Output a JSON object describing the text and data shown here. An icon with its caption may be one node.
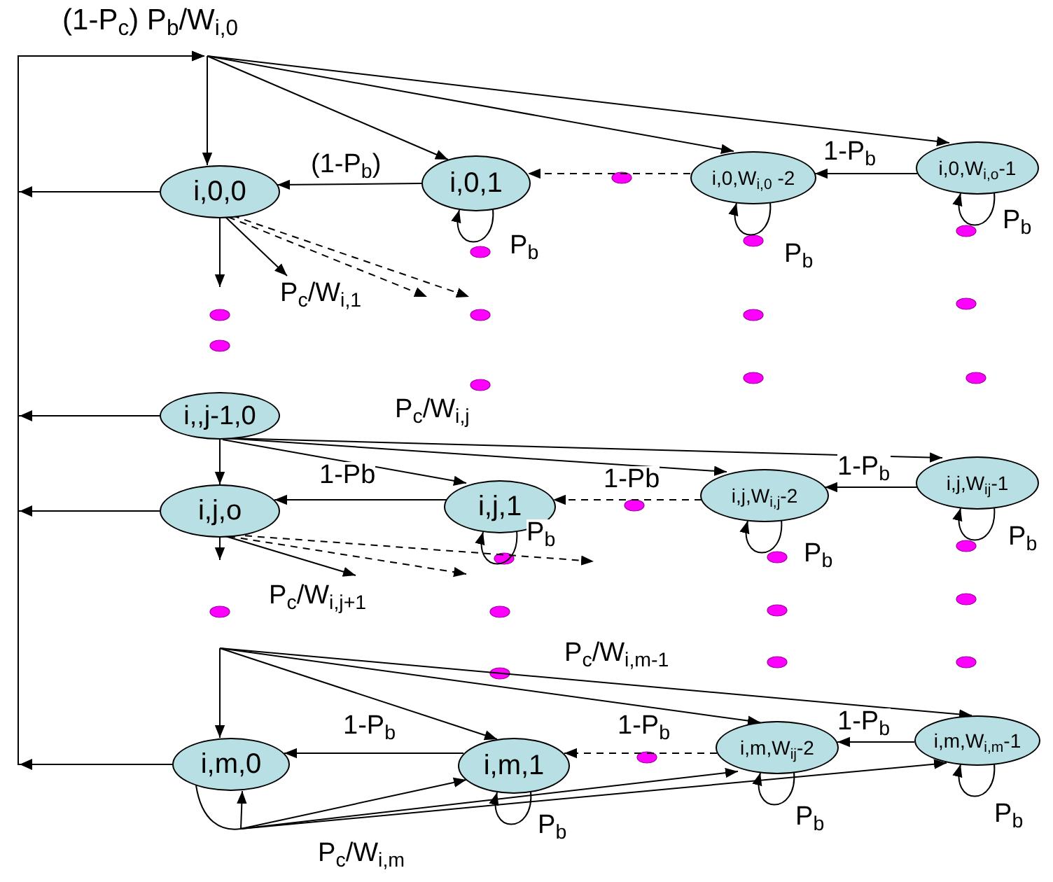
{
  "diagram": {
    "nodes": [
      {
        "text": [
          "i,0,0"
        ]
      },
      {
        "text": [
          "i,0,1"
        ]
      },
      {
        "text": [
          "i,0,W$_{i,0}$ -2"
        ]
      },
      {
        "text": [
          "i,0,W$_{i,o}$-1"
        ]
      },
      {
        "text": [
          "i,,j-1,0"
        ]
      },
      {
        "text": [
          "i,j,o"
        ]
      },
      {
        "text": [
          "i,j,1"
        ]
      },
      {
        "text": [
          "i,j,W$_{i,j}$-2"
        ]
      },
      {
        "text": [
          "i,j,W$_{ij}$-1"
        ]
      },
      {
        "text": [
          "i,m,0"
        ]
      },
      {
        "text": [
          "i,m,1"
        ]
      },
      {
        "text": [
          "i,m,W$_{ij}$-2"
        ]
      },
      {
        "text": [
          "i,m,W$_{i,m}$-1"
        ]
      },
      {
        "text": [
          "(1-P$_{c}$) P$_{b}$/W$_{i,0}$"
        ]
      },
      {
        "text": [
          "P$_{c}$/W$_{i,1}$"
        ]
      },
      {
        "text": [
          "P$_{c}$/W$_{i,j+1}$"
        ]
      }
    ],
    "edges": [
      {
        "from": 0,
        "to": 13,
        "arrow": "to"
      },
      {
        "from": 4,
        "to": 13,
        "arrow": "to"
      },
      {
        "from": 5,
        "to": 13,
        "arrow": "to"
      },
      {
        "from": 9,
        "to": 13,
        "arrow": "to"
      },
      {
        "from": 13,
        "to": 0,
        "arrow": "to"
      },
      {
        "from": 13,
        "to": 1,
        "arrow": "to"
      },
      {
        "from": 13,
        "to": 2,
        "arrow": "to"
      },
      {
        "from": 13,
        "to": 3,
        "arrow": "to"
      },
      {
        "from": 1,
        "to": 0,
        "arrow": "to",
        "label": "(1-P$_{b}$)"
      },
      {
        "from": 2,
        "to": 1,
        "arrow": "to",
        "style": "dashed"
      },
      {
        "from": 3,
        "to": 2,
        "arrow": "to",
        "label": "1-P$_{b}$"
      },
      {
        "from": 1,
        "to": 1,
        "arrow": "to",
        "label": "P$_{b}$"
      },
      {
        "from": 2,
        "to": 2,
        "arrow": "to",
        "label": "P$_{b}$"
      },
      {
        "from": 3,
        "to": 3,
        "arrow": "to",
        "label": "P$_{b}$"
      },
      {
        "from": 0,
        "to": null,
        "arrow": "to"
      },
      {
        "from": 0,
        "to": 14,
        "arrow": "to"
      },
      {
        "from": 0,
        "to": null,
        "arrow": "to",
        "style": "dashed"
      },
      {
        "from": 0,
        "to": null,
        "arrow": "to",
        "style": "dashed"
      },
      {
        "from": 4,
        "to": 5,
        "arrow": "to"
      },
      {
        "from": 4,
        "to": 6,
        "arrow": "to"
      },
      {
        "from": 4,
        "to": 7,
        "arrow": "to"
      },
      {
        "from": 4,
        "to": 8,
        "arrow": "to"
      },
      {
        "from": 6,
        "to": 5,
        "arrow": "to",
        "label": "1-Pb"
      },
      {
        "from": 7,
        "to": 6,
        "arrow": "to",
        "style": "dashed",
        "label": "1-Pb"
      },
      {
        "from": 8,
        "to": 7,
        "arrow": "to",
        "label": "1-P$_{b}$"
      },
      {
        "from": 6,
        "to": 6,
        "arrow": "to",
        "label": "P$_{b}$"
      },
      {
        "from": 7,
        "to": 7,
        "arrow": "to",
        "label": "P$_{b}$"
      },
      {
        "from": 8,
        "to": 8,
        "arrow": "to",
        "label": "P$_{b}$"
      },
      {
        "from": 5,
        "to": null,
        "arrow": "to"
      },
      {
        "from": 5,
        "to": 15,
        "arrow": "to"
      },
      {
        "from": 5,
        "to": null,
        "arrow": "to",
        "style": "dashed"
      },
      {
        "from": 5,
        "to": null,
        "arrow": "to",
        "style": "dashed"
      },
      {
        "from": null,
        "to": 9,
        "arrow": "to"
      },
      {
        "from": null,
        "to": 10,
        "arrow": "to"
      },
      {
        "from": null,
        "to": 11,
        "arrow": "to"
      },
      {
        "from": null,
        "to": 12,
        "arrow": "to"
      },
      {
        "from": 10,
        "to": 9,
        "arrow": "to",
        "label": "1-P$_{b}$"
      },
      {
        "from": 11,
        "to": 10,
        "arrow": "to",
        "style": "dashed",
        "label": "1-P$_{b}$"
      },
      {
        "from": 12,
        "to": 11,
        "arrow": "to",
        "label": "1-P$_{b}$"
      },
      {
        "from": 10,
        "to": 10,
        "arrow": "to",
        "label": "P$_{b}$"
      },
      {
        "from": 11,
        "to": 11,
        "arrow": "to",
        "label": "P$_{b}$"
      },
      {
        "from": 12,
        "to": 12,
        "arrow": "to",
        "label": "P$_{b}$"
      },
      {
        "from": 9,
        "to": 9,
        "arrow": "to"
      },
      {
        "from": 9,
        "to": 10,
        "arrow": "to"
      },
      {
        "from": 9,
        "to": 11,
        "arrow": "to"
      },
      {
        "from": 9,
        "to": 12,
        "arrow": "to"
      }
    ],
    "labels": [
      "P$_{c}$/W$_{i,j}$",
      "P$_{c}$/W$_{i,m-1}$",
      "P$_{c}$/W$_{i,m}$"
    ]
  }
}
